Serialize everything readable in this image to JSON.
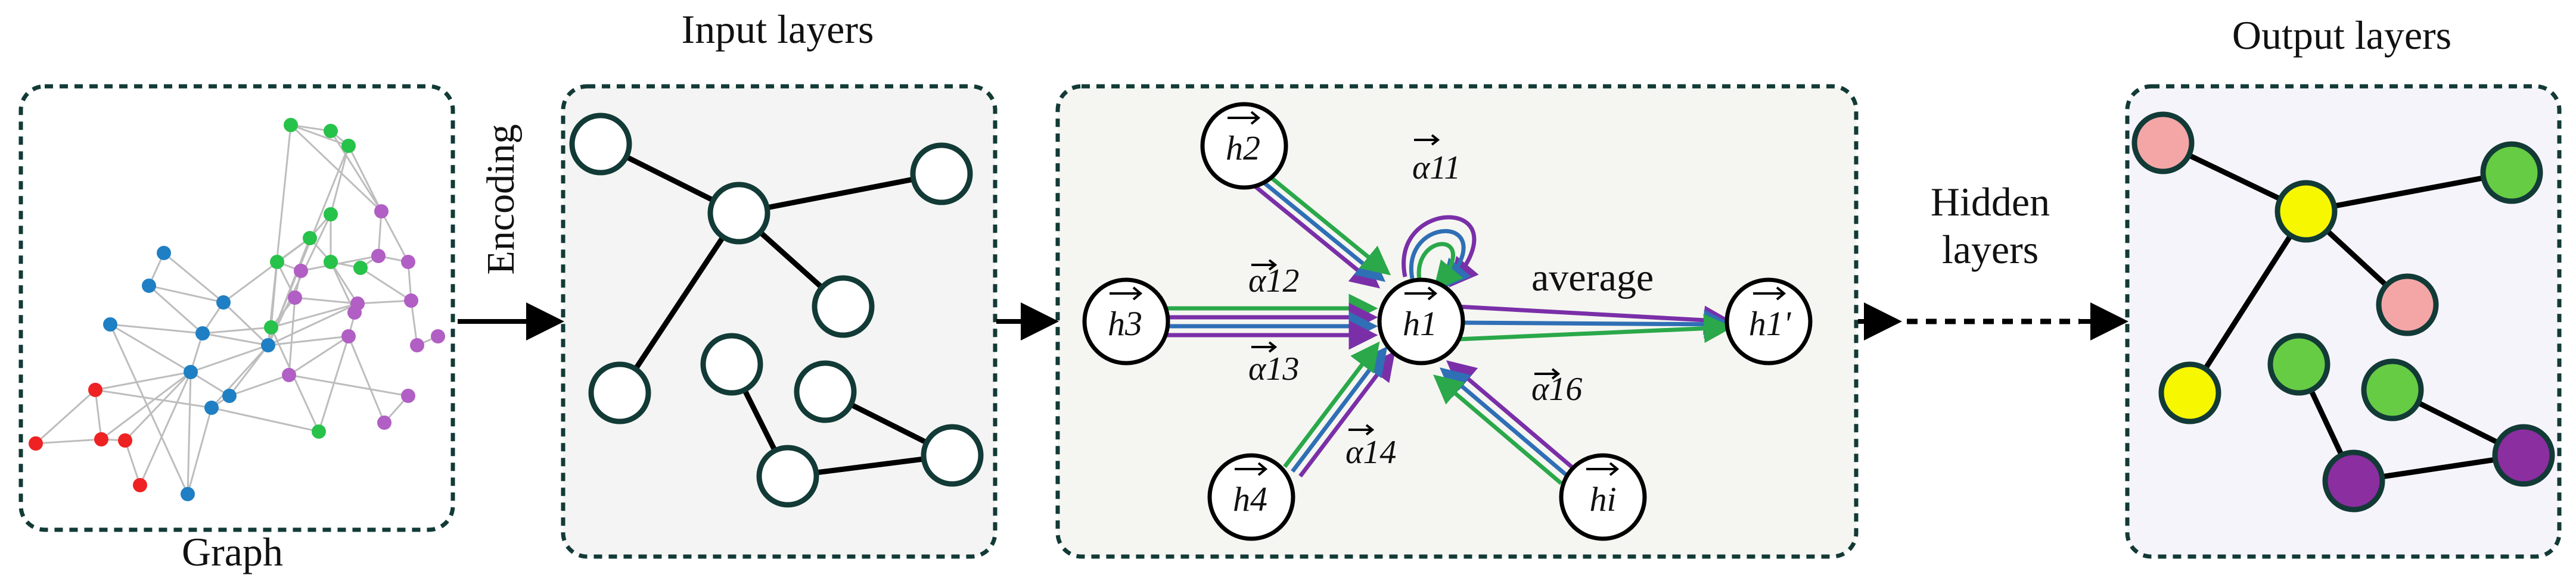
{
  "labels": {
    "input_layers": "Input layers",
    "output_layers": "Output layers",
    "graph": "Graph",
    "encoding": "Encoding",
    "hidden": "Hidden",
    "layers": "layers",
    "average": "average"
  },
  "attention": {
    "h2": "h2",
    "h3": "h3",
    "h4": "h4",
    "h1": "h1",
    "hi": "hi",
    "h1_prime": "h1'",
    "a11": "α11",
    "a12": "α12",
    "a13": "α13",
    "a14": "α14",
    "a16": "α16"
  },
  "colors": {
    "panel_border": "#123a36",
    "input_panel_bg": "#f3f4f3",
    "attention_panel_bg": "#f5f6f1",
    "output_panel_bg": "#f6f4fb",
    "attn_purple": "#7a2fa8",
    "attn_blue": "#2f6fb5",
    "attn_green": "#2aa84a",
    "node_pink": "#f4a6a6",
    "node_yellow": "#f7f700",
    "node_green": "#66cc44",
    "node_purple": "#8a2ea0",
    "graph_red": "#ee2222",
    "graph_blue": "#1f7fc4",
    "graph_green": "#27c24a",
    "graph_purple": "#b15fc4"
  }
}
